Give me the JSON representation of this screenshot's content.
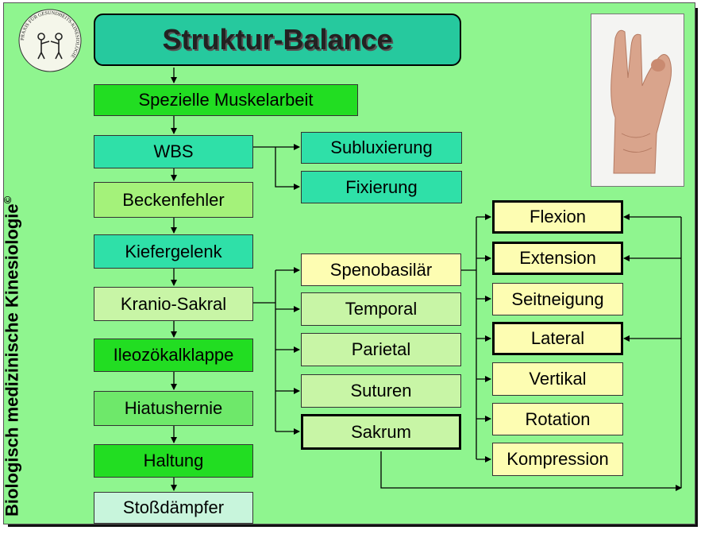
{
  "title": "Struktur-Balance",
  "side_title": "Biologisch medizinische Kinesiologie",
  "side_title_mark": "©",
  "logo_ring_text": "PRAXIS FÜR GESUNDHEITS-KINESIOLOGIE",
  "main_chain": [
    "Spezielle Muskelarbeit",
    "WBS",
    "Beckenfehler",
    "Kiefergelenk",
    "Kranio-Sakral",
    "Ileozökalklappe",
    "Hiatushernie",
    "Haltung",
    "Stoßdämpfer"
  ],
  "wbs_children": [
    "Subluxierung",
    "Fixierung"
  ],
  "kranio_children": [
    "Spenobasilär",
    "Temporal",
    "Parietal",
    "Suturen",
    "Sakrum"
  ],
  "spheno_children": [
    "Flexion",
    "Extension",
    "Seitneigung",
    "Lateral",
    "Vertikal",
    "Rotation",
    "Kompression"
  ],
  "colors": {
    "background": "#8ff58f",
    "title_fill": "#26c99e",
    "bright_green": "#22dd22",
    "teal": "#2fe0a8",
    "light_green": "#a4f27a",
    "pale_green": "#c8f5a6",
    "pale_yellow": "#fdfdb2",
    "pale_mint": "#c8f5dc"
  }
}
